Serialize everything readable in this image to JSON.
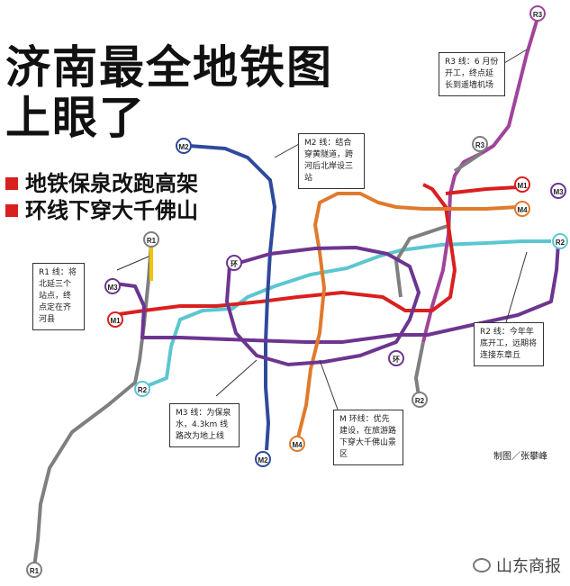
{
  "headline": {
    "line1": "济南最全地铁图",
    "line2": "上眼了",
    "bullet1": "地铁保泉改跑高架",
    "bullet2": "环线下穿大千佛山"
  },
  "colors": {
    "R1": "#7f7f7f",
    "R1_yellow": "#f5c400",
    "R2": "#5cc6d0",
    "R3": "#a0449a",
    "M1": "#d9201f",
    "M2": "#2f4a9c",
    "M3": "#6d3590",
    "M4": "#e07a2c",
    "ring": "#6d3590"
  },
  "line_badges": {
    "r1_top": "R1",
    "r1_bottom": "R1",
    "r2_left": "R2",
    "r2_right": "R2",
    "r2_bottom": "R2",
    "r3_top": "R3",
    "r3_mid": "R3",
    "m1_left": "M1",
    "m1_right": "M1",
    "m2_top": "M2",
    "m2_bottom": "M2",
    "m3_left": "M3",
    "m3_right": "M3",
    "m4_right": "M4",
    "m4_bottom": "M4",
    "ring_left": "环",
    "ring_right": "环"
  },
  "notes": {
    "r3": "R3 线：6 月份开工，终点延长到遥墙机场",
    "m2": "M2 线：结合穿黄隧道，跨河后北岸设三站",
    "r1": "R1 线：将北延三个站点，终点定在齐河县",
    "r2": "R2 线：今年年底开工，远期将连接东章丘",
    "m3": "M3 线：为保泉水，4.3km 线路改为地上线",
    "ring": "M 环线：优先建设，在旅游路下穿大千佛山景区"
  },
  "credit": "制图／张攀峰",
  "brand": "山东商报"
}
